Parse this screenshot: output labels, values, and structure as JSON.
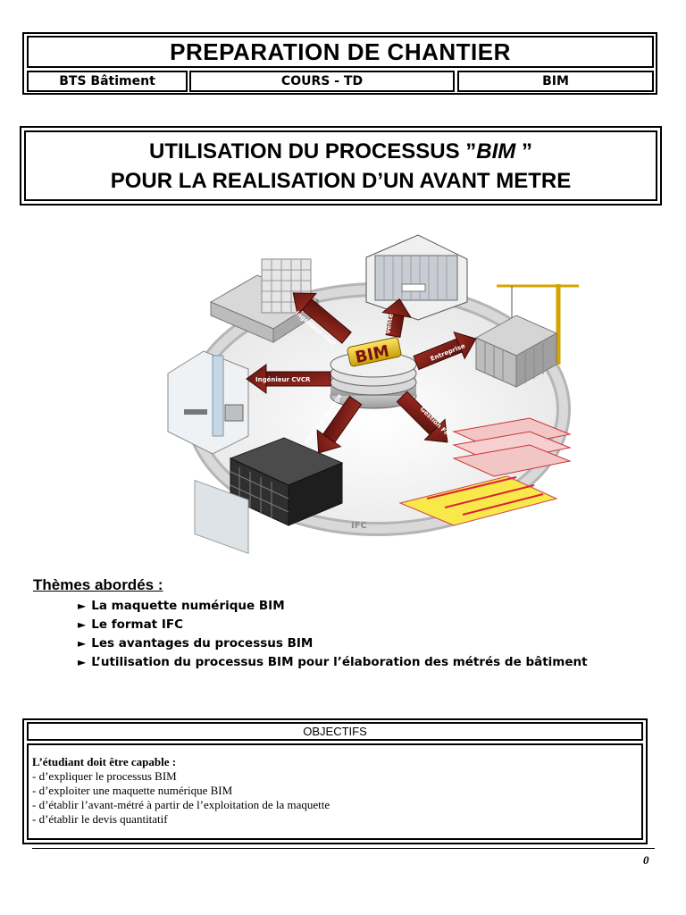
{
  "header": {
    "title": "PREPARATION DE CHANTIER",
    "cells": [
      "BTS Bâtiment",
      "COURS - TD",
      "BIM"
    ]
  },
  "main_title": {
    "line1_prefix": "UTILISATION DU PROCESSUS ”",
    "line1_em": "BIM",
    "line1_suffix": " ”",
    "line2": "POUR LA REALISATION D’UN AVANT METRE"
  },
  "figure": {
    "center_label": "BIM",
    "ring_text": "IFC",
    "arrows": [
      {
        "label": "Ingénieur civil"
      },
      {
        "label": "Vente"
      },
      {
        "label": "Entreprise"
      },
      {
        "label": "Ingénieur CVCR"
      },
      {
        "label": "Maître d'ouvrage"
      },
      {
        "label": "Gestion FM"
      }
    ]
  },
  "themes": {
    "heading": "Thèmes abordés :",
    "bullet": "►",
    "items": [
      "La maquette numérique BIM",
      "Le format IFC",
      "Les avantages du processus BIM",
      "L’utilisation du processus BIM pour l’élaboration des métrés de bâtiment"
    ]
  },
  "objectifs": {
    "title": "OBJECTIFS",
    "lead": "L’étudiant doit être capable :",
    "items": [
      "- d’expliquer le processus BIM",
      "- d’exploiter une maquette numérique BIM",
      "- d’établir l’avant-métré à partir de l’exploitation de la maquette",
      "- d’établir le devis quantitatif"
    ]
  },
  "footer": {
    "page_number": "0"
  }
}
